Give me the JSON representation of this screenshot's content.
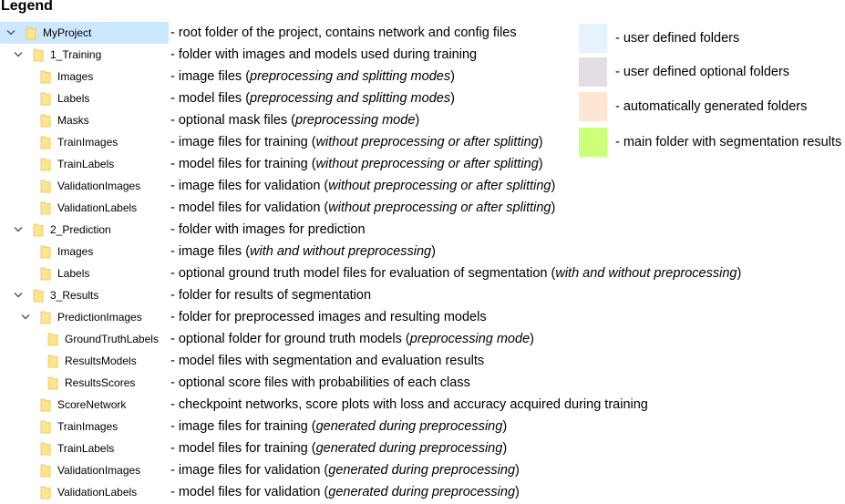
{
  "heading": "Legend",
  "colors": {
    "selected_row": "#cce8ff",
    "folder_fill": "#ffe58f",
    "folder_edge": "#e8c050",
    "chevron": "#555555"
  },
  "tree": [
    {
      "name": "MyProject",
      "depth": 0,
      "expander": "expanded",
      "selected": true,
      "icon": "folder-icon",
      "desc": [
        {
          "t": "- root folder of the project, contains network and config files"
        }
      ]
    },
    {
      "name": "1_Training",
      "depth": 1,
      "expander": "expanded",
      "icon": "folder-icon",
      "desc": [
        {
          "t": "- folder with images and models used during training"
        }
      ]
    },
    {
      "name": "Images",
      "depth": 2,
      "expander": "none",
      "icon": "folder-icon",
      "desc": [
        {
          "t": "- image files ("
        },
        {
          "t": "preprocessing and splitting modes",
          "i": true
        },
        {
          "t": ")"
        }
      ]
    },
    {
      "name": "Labels",
      "depth": 2,
      "expander": "none",
      "icon": "folder-icon",
      "desc": [
        {
          "t": "- model files ("
        },
        {
          "t": "preprocessing and splitting modes",
          "i": true
        },
        {
          "t": ")"
        }
      ]
    },
    {
      "name": "Masks",
      "depth": 2,
      "expander": "none",
      "icon": "folder-icon",
      "desc": [
        {
          "t": "- optional mask files ("
        },
        {
          "t": "preprocessing mode",
          "i": true
        },
        {
          "t": ")"
        }
      ]
    },
    {
      "name": "TrainImages",
      "depth": 2,
      "expander": "none",
      "icon": "folder-icon",
      "desc": [
        {
          "t": "- image files for training ("
        },
        {
          "t": "without preprocessing or after splitting",
          "i": true
        },
        {
          "t": ")"
        }
      ]
    },
    {
      "name": "TrainLabels",
      "depth": 2,
      "expander": "none",
      "icon": "folder-icon",
      "desc": [
        {
          "t": "- model files for training ("
        },
        {
          "t": "without preprocessing or after splitting",
          "i": true
        },
        {
          "t": ")"
        }
      ]
    },
    {
      "name": "ValidationImages",
      "depth": 2,
      "expander": "none",
      "icon": "folder-icon",
      "desc": [
        {
          "t": "- image files for validation ("
        },
        {
          "t": "without preprocessing or after splitting",
          "i": true
        },
        {
          "t": ")"
        }
      ]
    },
    {
      "name": "ValidationLabels",
      "depth": 2,
      "expander": "none",
      "icon": "folder-icon",
      "desc": [
        {
          "t": "- model files for validation ("
        },
        {
          "t": "without preprocessing or after splitting",
          "i": true
        },
        {
          "t": ")"
        }
      ]
    },
    {
      "name": "2_Prediction",
      "depth": 1,
      "expander": "expanded",
      "icon": "folder-icon",
      "desc": [
        {
          "t": "- folder with images for prediction"
        }
      ]
    },
    {
      "name": "Images",
      "depth": 2,
      "expander": "none",
      "icon": "folder-icon",
      "desc": [
        {
          "t": "- image files ("
        },
        {
          "t": "with and without preprocessing",
          "i": true
        },
        {
          "t": ")"
        }
      ]
    },
    {
      "name": "Labels",
      "depth": 2,
      "expander": "none",
      "icon": "folder-icon",
      "desc": [
        {
          "t": "- optional ground truth model files for evaluation of segmentation ("
        },
        {
          "t": "with and without preprocessing",
          "i": true
        },
        {
          "t": ")"
        }
      ]
    },
    {
      "name": "3_Results",
      "depth": 1,
      "expander": "expanded",
      "icon": "folder-icon",
      "desc": [
        {
          "t": "- folder for results of segmentation"
        }
      ]
    },
    {
      "name": "PredictionImages",
      "depth": 2,
      "expander": "expanded",
      "icon": "folder-icon",
      "desc": [
        {
          "t": "- folder for preprocessed images and resulting models"
        }
      ]
    },
    {
      "name": "GroundTruthLabels",
      "depth": 3,
      "expander": "none",
      "icon": "folder-icon",
      "desc": [
        {
          "t": "- optional folder for ground truth models ("
        },
        {
          "t": "preprocessing mode",
          "i": true
        },
        {
          "t": ")"
        }
      ]
    },
    {
      "name": "ResultsModels",
      "depth": 3,
      "expander": "none",
      "icon": "folder-icon",
      "desc": [
        {
          "t": "- model files with segmentation and evaluation results"
        }
      ]
    },
    {
      "name": "ResultsScores",
      "depth": 3,
      "expander": "none",
      "icon": "folder-icon",
      "desc": [
        {
          "t": "- optional score files with probabilities of each class"
        }
      ]
    },
    {
      "name": "ScoreNetwork",
      "depth": 2,
      "expander": "none",
      "icon": "folder-icon",
      "desc": [
        {
          "t": "- checkpoint networks, score plots with loss and accuracy acquired during training"
        }
      ]
    },
    {
      "name": "TrainImages",
      "depth": 2,
      "expander": "none",
      "icon": "folder-icon",
      "desc": [
        {
          "t": "- image files for training ("
        },
        {
          "t": "generated during preprocessing",
          "i": true
        },
        {
          "t": ")"
        }
      ]
    },
    {
      "name": "TrainLabels",
      "depth": 2,
      "expander": "none",
      "icon": "folder-icon",
      "desc": [
        {
          "t": "- model files for training ("
        },
        {
          "t": "generated during preprocessing",
          "i": true
        },
        {
          "t": ")"
        }
      ]
    },
    {
      "name": "ValidationImages",
      "depth": 2,
      "expander": "none",
      "icon": "folder-icon",
      "desc": [
        {
          "t": "- image files for validation ("
        },
        {
          "t": "generated during preprocessing",
          "i": true
        },
        {
          "t": ")"
        }
      ]
    },
    {
      "name": "ValidationLabels",
      "depth": 2,
      "expander": "none",
      "icon": "folder-icon",
      "desc": [
        {
          "t": "- model files for validation ("
        },
        {
          "t": "generated during preprocessing",
          "i": true
        },
        {
          "t": ")"
        }
      ]
    }
  ],
  "legend": [
    {
      "color": "#e5f2ff",
      "text": "- user defined folders"
    },
    {
      "color": "#e4dde3",
      "text": "- user defined optional folders"
    },
    {
      "color": "#fde6d3",
      "text": "- automatically generated folders"
    },
    {
      "color": "#ccff7a",
      "text": "- main folder with segmentation results"
    }
  ]
}
